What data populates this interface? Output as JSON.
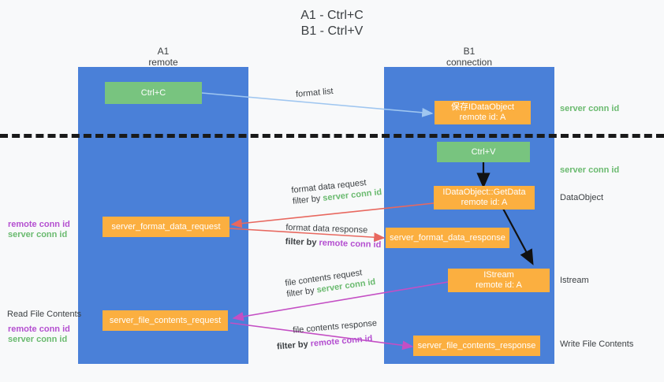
{
  "title": {
    "line1": "A1 - Ctrl+C",
    "line2": "B1 - Ctrl+V"
  },
  "columns": [
    {
      "name": "A1",
      "sub": "remote"
    },
    {
      "name": "B1",
      "sub": "connection"
    }
  ],
  "nodes": {
    "ctrl_c": {
      "label": "Ctrl+C"
    },
    "save_idataobject": {
      "line1": "保存IDataObject",
      "line2": "remote id: A"
    },
    "ctrl_v": {
      "label": "Ctrl+V"
    },
    "idataobject_getdata": {
      "line1": "IDataObject::GetData",
      "line2": "remote id: A"
    },
    "server_format_data_request": {
      "label": "server_format_data_request"
    },
    "server_format_data_response": {
      "label": "server_format_data_response"
    },
    "istream": {
      "line1": "IStream",
      "line2": "remote id: A"
    },
    "server_file_contents_request": {
      "label": "server_file_contents_request"
    },
    "server_file_contents_response": {
      "label": "server_file_contents_response"
    }
  },
  "edges": {
    "format_list": {
      "label": "format list"
    },
    "format_data_request": {
      "line1": "format data request",
      "filter_prefix": "filter by ",
      "filter_value": "server conn id"
    },
    "format_data_response": {
      "line1": "format data response",
      "filter_prefix": "filter by ",
      "filter_value": "remote conn id"
    },
    "file_contents_request": {
      "line1": "file contents request",
      "filter_prefix": "filter by ",
      "filter_value": "server conn id"
    },
    "file_contents_response": {
      "line1": "file contents response",
      "filter_prefix": "filter by ",
      "filter_value": "remote conn id"
    }
  },
  "annotations": {
    "right_server_conn_id_1": "server conn id",
    "right_server_conn_id_2": "server conn id",
    "right_dataobject": "DataObject",
    "right_istream": "Istream",
    "right_write_file_contents": "Write File Contents",
    "left_remote_conn_id_1": "remote conn id",
    "left_server_conn_id_1": "server conn id",
    "left_read_file_contents": "Read File Contents",
    "left_remote_conn_id_2": "remote conn id",
    "left_server_conn_id_2": "server conn id"
  },
  "colors": {
    "lane": "#4a80d8",
    "green_box": "#78c47f",
    "orange_box": "#fbaf40",
    "background": "#f8f9fa",
    "server_conn_id": "#6aba6f",
    "remote_conn_id": "#b44fd0",
    "arrow_blue": "#9fc6f0",
    "arrow_red": "#e8685f",
    "arrow_magenta": "#c councils",
    "arrow_black": "#111111",
    "divider": "#1a1a1a"
  }
}
